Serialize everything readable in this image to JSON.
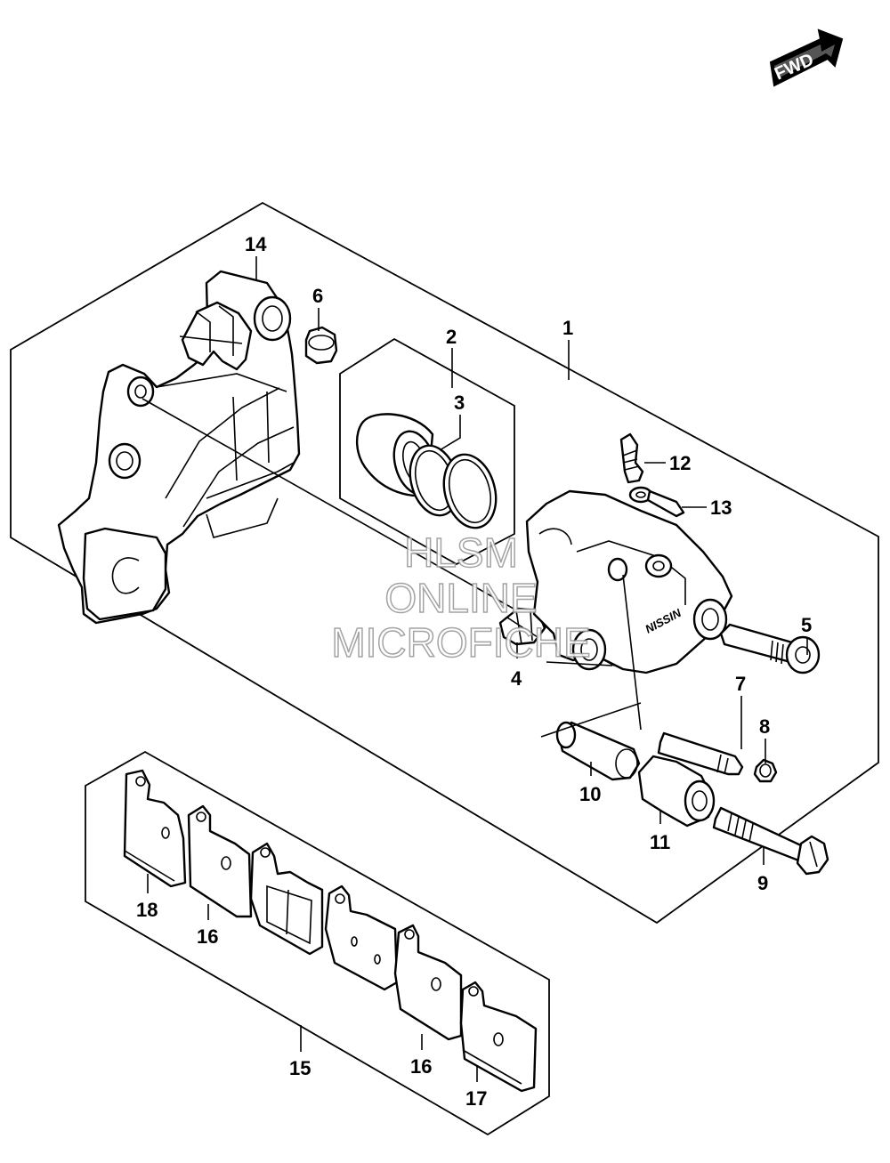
{
  "fwd_badge": {
    "label": "FWD",
    "icon": "fwd-arrow-icon"
  },
  "watermark": {
    "line1": "HLSM",
    "line2": "ONLINE",
    "line3": "MICROFICHE"
  },
  "caliper_brand": "NISSIN",
  "callouts": {
    "p1": "1",
    "p2": "2",
    "p3": "3",
    "p4": "4",
    "p5": "5",
    "p6": "6",
    "p7": "7",
    "p8": "8",
    "p9": "9",
    "p10": "10",
    "p11": "11",
    "p12": "12",
    "p13": "13",
    "p14": "14",
    "p15": "15",
    "p16a": "16",
    "p16b": "16",
    "p17": "17",
    "p18": "18"
  }
}
